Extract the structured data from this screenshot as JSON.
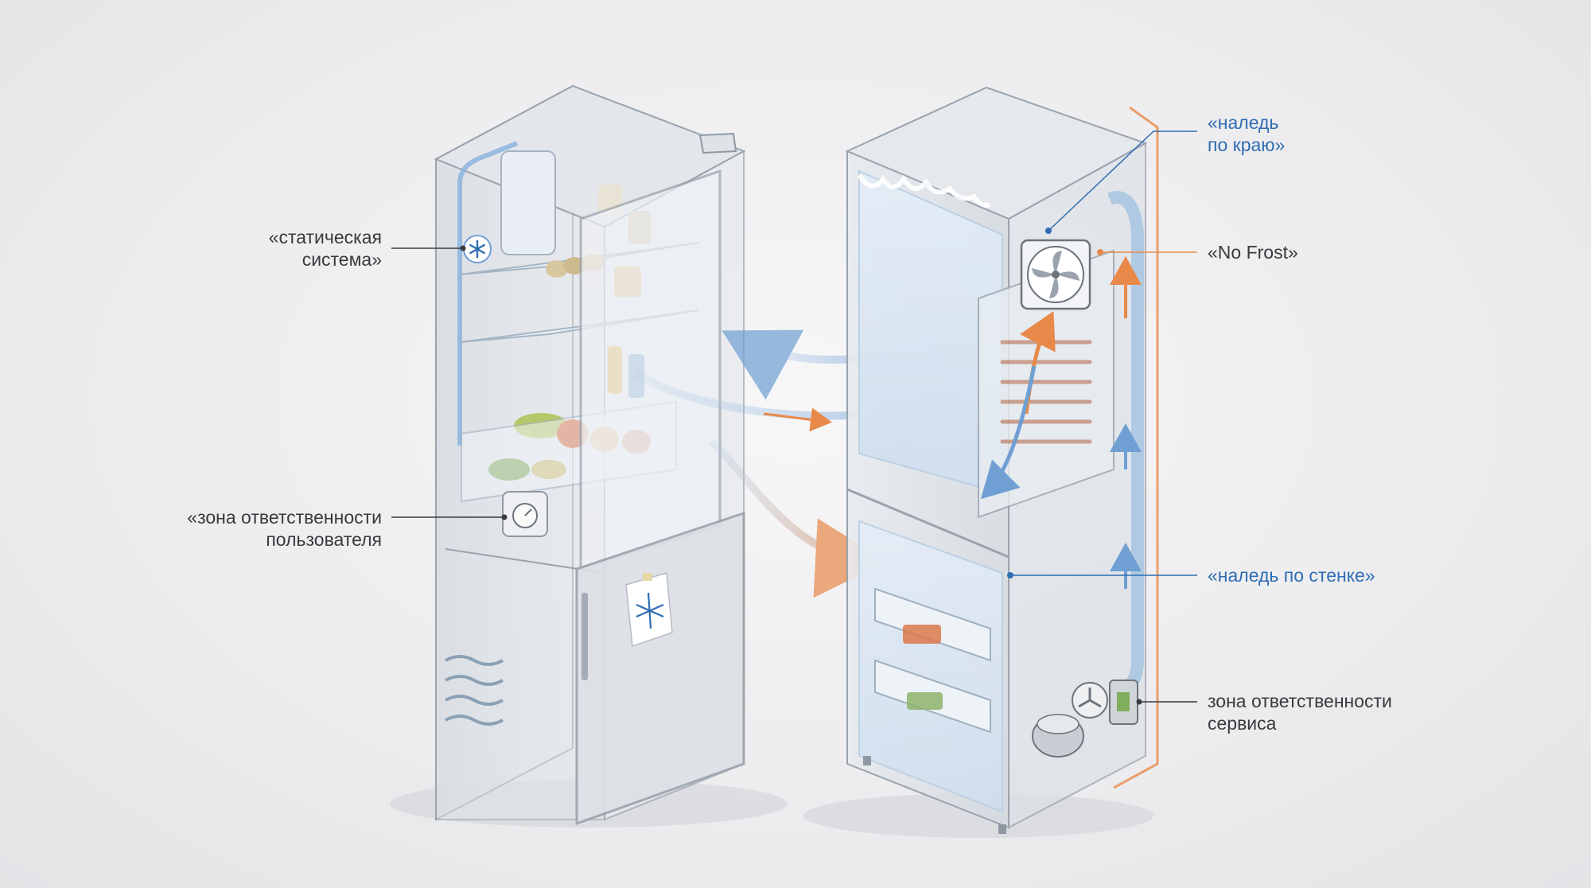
{
  "labels": {
    "static_system": {
      "line1": "«статическая",
      "line2": "система»"
    },
    "user_zone": {
      "line1": "«зона ответственности",
      "line2": "пользователя"
    },
    "edge_frost": {
      "line1": "«наледь",
      "line2": "по краю»"
    },
    "no_frost": {
      "line1": "«No Frost»"
    },
    "wall_frost": {
      "line1": "«наледь по стенке»"
    },
    "service_zone": {
      "line1": "зона ответственности",
      "line2": "сервиса"
    }
  },
  "colors": {
    "background": "#ececee",
    "body_fill": "#dfe3e8",
    "body_stroke": "#9aa3ad",
    "cold_air": "#6f9fd3",
    "warm_air": "#e8894a",
    "frost": "#cfe2f4",
    "leader_line": "#3a3a3e",
    "blue_text": "#2f6db3"
  },
  "icons": [
    "snowflake-icon",
    "fan-icon",
    "compressor-icon",
    "control-knob-icon",
    "magnet-note-icon"
  ]
}
